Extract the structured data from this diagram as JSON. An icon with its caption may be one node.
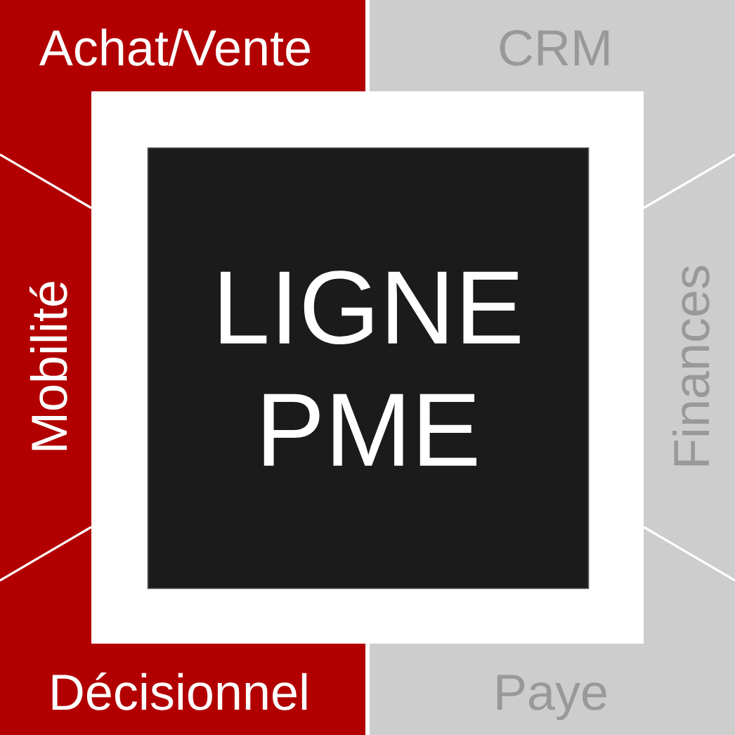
{
  "diagram": {
    "nodes": [
      {
        "text": [
          "Achat/Vente"
        ]
      },
      {
        "text": [
          "CRM"
        ]
      },
      {
        "text": [
          "Mobilité"
        ]
      },
      {
        "text": [
          "LIGNE PME"
        ]
      },
      {
        "text": [
          "Finances"
        ]
      },
      {
        "text": [
          "Décisionnel"
        ]
      },
      {
        "text": [
          "Paye"
        ]
      }
    ]
  }
}
